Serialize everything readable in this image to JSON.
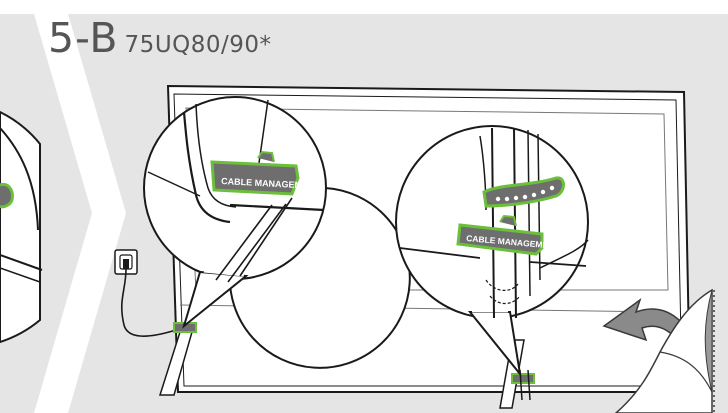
{
  "step": {
    "number": "5-B",
    "model": "75UQ80/90*"
  },
  "labels": {
    "cable_management_left": "CABLE MANAGEMENT",
    "cable_management_right": "CABLE MANAGEMENT"
  },
  "colors": {
    "background": "#e5e5e5",
    "chevron": "#ffffff",
    "line": "#1a1a1a",
    "accent": "#6cbf3a",
    "clip": "#6e6e6e",
    "arrow": "#8a8a8a"
  },
  "icons": {
    "power_outlet": "power-outlet-icon",
    "rotate_arrow": "curved-arrow-icon",
    "page_peel": "page-corner-icon"
  }
}
